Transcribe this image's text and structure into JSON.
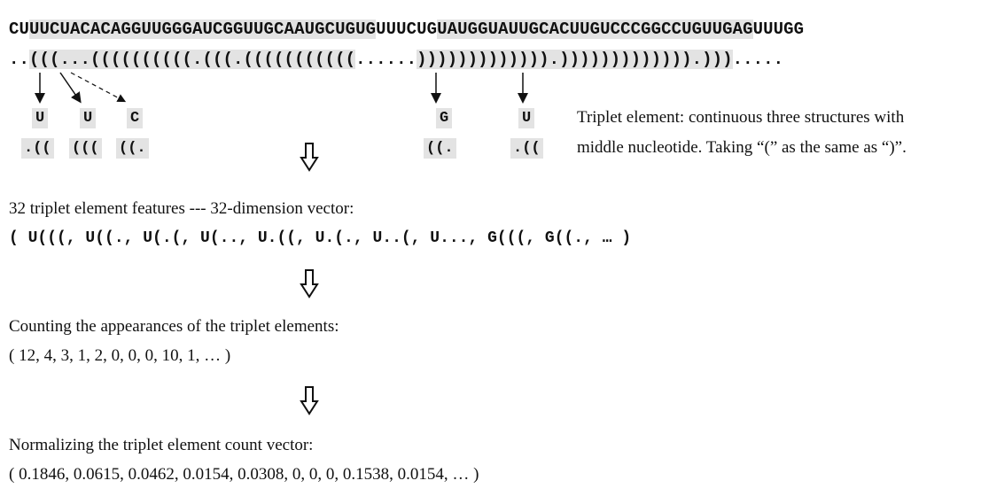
{
  "sequence": {
    "prefix": "CU",
    "highlight1": "UUCUACACAGGUUGGGAUCGGUUGCAAUGCUGUG",
    "middle": "UUUCUG",
    "highlight2": "UAUGGUAUUGCACUUGUCCCGGCCUGUUGAG",
    "suffix": "UUUGG"
  },
  "structure": {
    "prefix": "..",
    "highlight1": "(((...((((((((((.(((.(((((((((((",
    "middle": "......",
    "highlight2": "))))))))))))).))))))))))))).)))",
    "suffix": "....."
  },
  "examples": [
    {
      "nucleotide": "U",
      "triplet": ".(("
    },
    {
      "nucleotide": "U",
      "triplet": "((("
    },
    {
      "nucleotide": "C",
      "triplet": "((."
    },
    {
      "nucleotide": "G",
      "triplet": "((."
    },
    {
      "nucleotide": "U",
      "triplet": ".(("
    }
  ],
  "note": {
    "line1": "Triplet element: continuous three structures with",
    "line2": "middle nucleotide. Taking “(” as the same as “)”."
  },
  "step1": {
    "title": "32 triplet element features --- 32-dimension vector:",
    "vector": "( U(((, U((., U(.(, U(.., U.((, U.(., U..(, U..., G(((, G((., … )"
  },
  "step2": {
    "title": "Counting the appearances of the triplet elements:",
    "vector": "( 12, 4, 3, 1, 2, 0, 0, 0, 10, 1, … )"
  },
  "step3": {
    "title": "Normalizing the triplet element count vector:",
    "vector": "( 0.1846, 0.0615, 0.0462, 0.0154, 0.0308, 0, 0, 0, 0.1538, 0.0154, … )"
  }
}
